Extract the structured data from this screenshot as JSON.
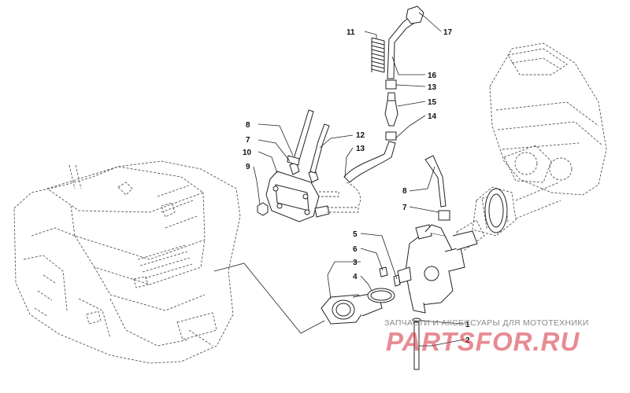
{
  "callouts": {
    "n1": "1",
    "n2": "2",
    "n3": "3",
    "n4": "4",
    "n5": "5",
    "n6": "6",
    "n7a": "7",
    "n7b": "7",
    "n8a": "8",
    "n8b": "8",
    "n9": "9",
    "n10": "10",
    "n11": "11",
    "n12": "12",
    "n13a": "13",
    "n13b": "13",
    "n14": "14",
    "n15": "15",
    "n16": "16",
    "n17": "17"
  },
  "watermark": {
    "caption": "ЗАПЧАСТИ И АКСЕССУАРЫ ДЛЯ МОТОТЕХНИКИ",
    "logo": "PARTSFOR.RU"
  },
  "colors": {
    "line": "#222222",
    "watermark_red": "#d62c3c"
  }
}
